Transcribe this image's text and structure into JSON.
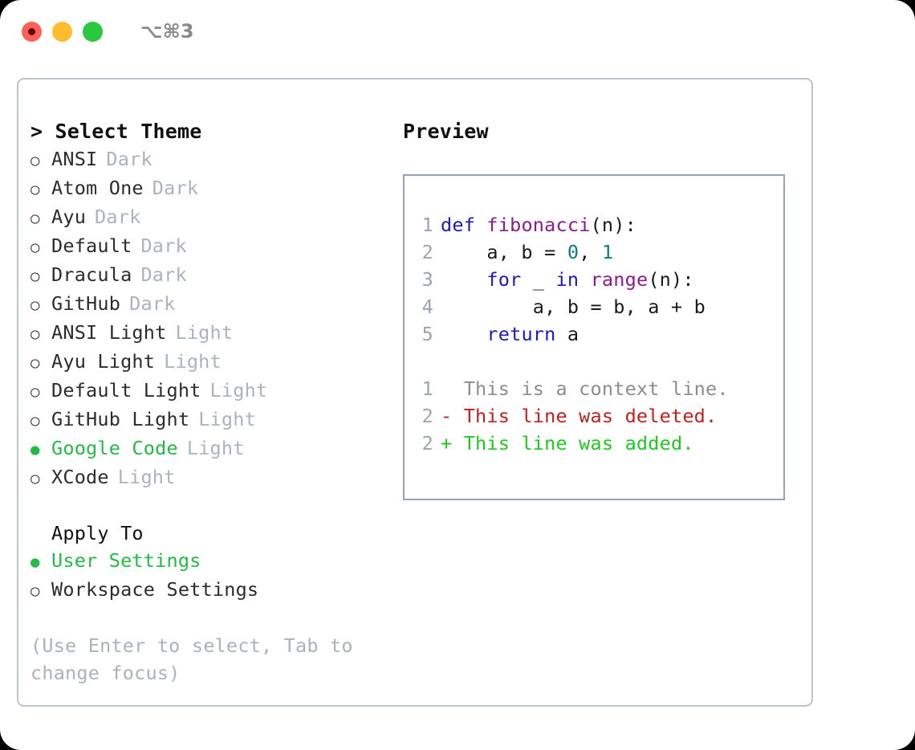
{
  "titlebar": {
    "traffic_lights": [
      {
        "name": "close",
        "color": "#ff6059"
      },
      {
        "name": "minimize",
        "color": "#ffbd2e"
      },
      {
        "name": "maximize",
        "color": "#28c83f"
      }
    ],
    "shortcut_hint": "⌥⌘3"
  },
  "left_pane": {
    "header": "> Select Theme",
    "themes": [
      {
        "bullet": "○",
        "label": "ANSI",
        "tag": "Dark",
        "selected": false
      },
      {
        "bullet": "○",
        "label": "Atom One",
        "tag": "Dark",
        "selected": false
      },
      {
        "bullet": "○",
        "label": "Ayu",
        "tag": "Dark",
        "selected": false
      },
      {
        "bullet": "○",
        "label": "Default",
        "tag": "Dark",
        "selected": false
      },
      {
        "bullet": "○",
        "label": "Dracula",
        "tag": "Dark",
        "selected": false
      },
      {
        "bullet": "○",
        "label": "GitHub",
        "tag": "Dark",
        "selected": false
      },
      {
        "bullet": "○",
        "label": "ANSI Light",
        "tag": "Light",
        "selected": false
      },
      {
        "bullet": "○",
        "label": "Ayu Light",
        "tag": "Light",
        "selected": false
      },
      {
        "bullet": "○",
        "label": "Default Light",
        "tag": "Light",
        "selected": false
      },
      {
        "bullet": "○",
        "label": "GitHub Light",
        "tag": "Light",
        "selected": false
      },
      {
        "bullet": "●",
        "label": "Google Code",
        "tag": "Light",
        "selected": true
      },
      {
        "bullet": "○",
        "label": "XCode",
        "tag": "Light",
        "selected": false
      }
    ],
    "apply_to_title": "Apply To",
    "apply_to_options": [
      {
        "bullet": "●",
        "label": "User Settings",
        "selected": true
      },
      {
        "bullet": "○",
        "label": "Workspace Settings",
        "selected": false
      }
    ],
    "hint": "(Use Enter to select, Tab to change focus)"
  },
  "right_pane": {
    "preview_title": "Preview",
    "code_lines": [
      {
        "no": "1",
        "tokens": [
          {
            "t": "def ",
            "c": "kw"
          },
          {
            "t": "fibonacci",
            "c": "fn"
          },
          {
            "t": "(n):",
            "c": "plain"
          }
        ]
      },
      {
        "no": "2",
        "tokens": [
          {
            "t": "    a, b = ",
            "c": "plain"
          },
          {
            "t": "0",
            "c": "num"
          },
          {
            "t": ", ",
            "c": "plain"
          },
          {
            "t": "1",
            "c": "num"
          }
        ]
      },
      {
        "no": "3",
        "tokens": [
          {
            "t": "    ",
            "c": "plain"
          },
          {
            "t": "for ",
            "c": "kw"
          },
          {
            "t": "_ ",
            "c": "plain"
          },
          {
            "t": "in ",
            "c": "kw"
          },
          {
            "t": "range",
            "c": "fn"
          },
          {
            "t": "(n):",
            "c": "plain"
          }
        ]
      },
      {
        "no": "4",
        "tokens": [
          {
            "t": "        a, b = b, a + b",
            "c": "plain"
          }
        ]
      },
      {
        "no": "5",
        "tokens": [
          {
            "t": "    ",
            "c": "plain"
          },
          {
            "t": "return ",
            "c": "kw"
          },
          {
            "t": "a",
            "c": "plain"
          }
        ]
      }
    ],
    "diff_lines": [
      {
        "no": "1",
        "marker": "  ",
        "text": "This is a context line.",
        "kind": "ctx"
      },
      {
        "no": "2",
        "marker": "- ",
        "text": "This line was deleted.",
        "kind": "del"
      },
      {
        "no": "2",
        "marker": "+ ",
        "text": "This line was added.",
        "kind": "add"
      }
    ]
  },
  "colors": {
    "accent_green": "#22bb44",
    "tag_gray": "#aab3bf",
    "hint_gray": "#a9b2bd",
    "keyword_blue": "#1a1ac4",
    "function_purple": "#8b1a8b",
    "number_teal": "#0b7c7c",
    "diff_added": "#1ec91e",
    "diff_deleted": "#c31f1f",
    "diff_context": "#8d8d8d",
    "lineno_gray": "#9aa5b1",
    "window_border": "#bcc4ce",
    "preview_border": "#96a3b3"
  }
}
